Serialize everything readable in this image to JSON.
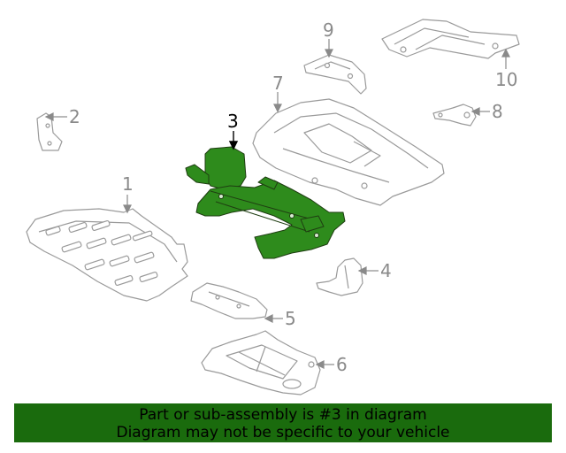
{
  "callouts": [
    {
      "id": "1",
      "label": "1",
      "active": false
    },
    {
      "id": "2",
      "label": "2",
      "active": false
    },
    {
      "id": "3",
      "label": "3",
      "active": true
    },
    {
      "id": "4",
      "label": "4",
      "active": false
    },
    {
      "id": "5",
      "label": "5",
      "active": false
    },
    {
      "id": "6",
      "label": "6",
      "active": false
    },
    {
      "id": "7",
      "label": "7",
      "active": false
    },
    {
      "id": "8",
      "label": "8",
      "active": false
    },
    {
      "id": "9",
      "label": "9",
      "active": false
    },
    {
      "id": "10",
      "label": "10",
      "active": false
    }
  ],
  "banner": {
    "line1": "Part or sub-assembly is #3 in diagram",
    "line2": "Diagram may not be specific to your vehicle"
  },
  "colors": {
    "highlight_fill": "#2e8b1c",
    "part_stroke": "#9a9a9a",
    "banner_bg": "#1a6b0d"
  }
}
